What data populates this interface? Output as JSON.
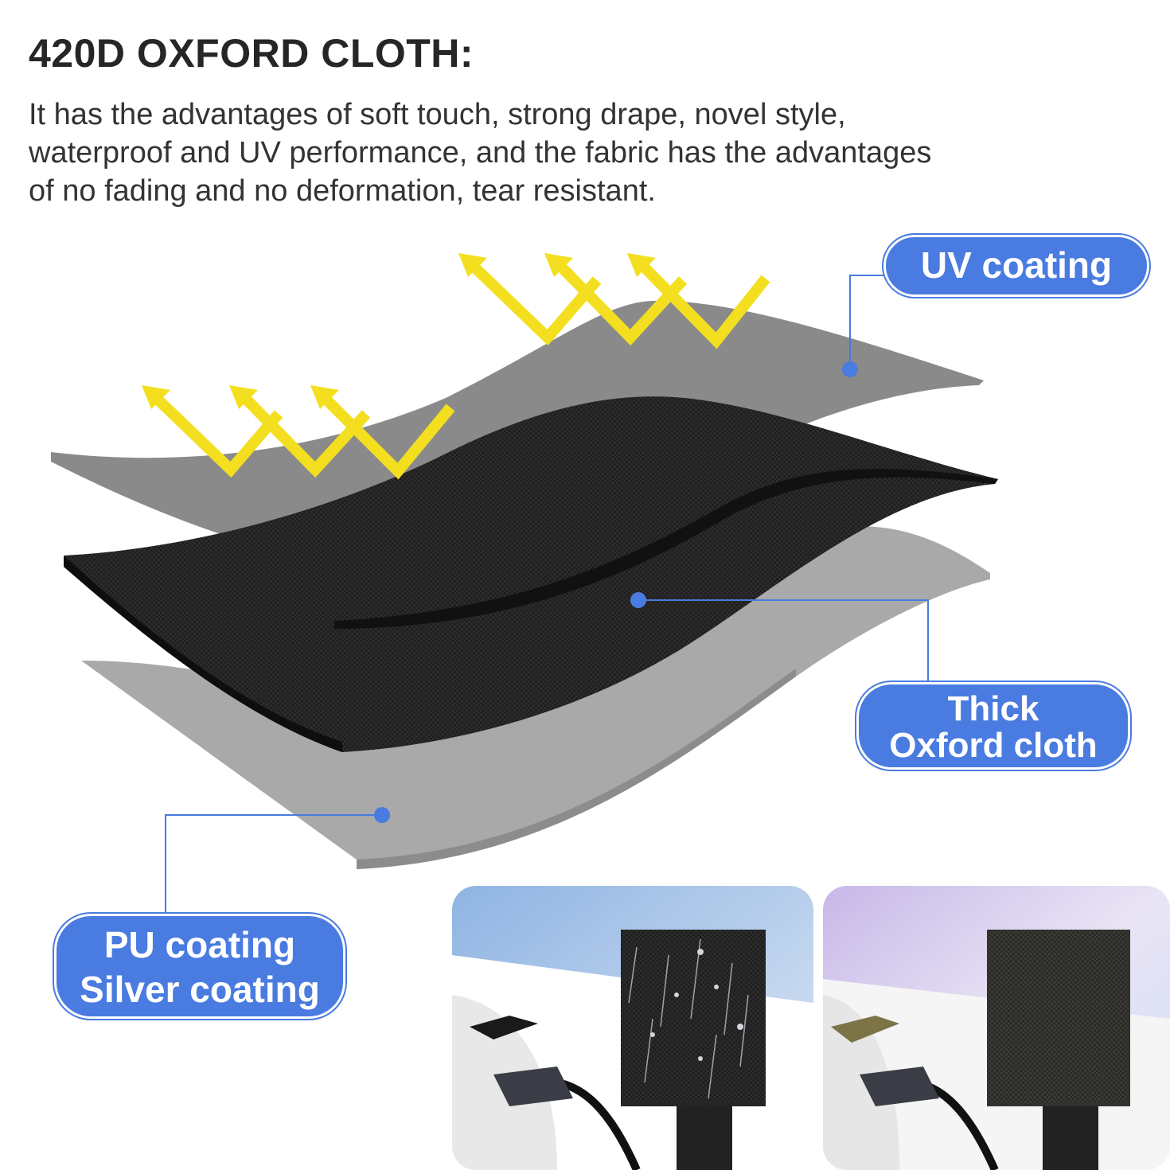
{
  "heading": "420D OXFORD CLOTH:",
  "description": {
    "line1": "It has the advantages of soft touch, strong drape, novel style,",
    "line2": "waterproof and UV performance, and the fabric has the advantages",
    "line3": "of no fading and no deformation, tear resistant."
  },
  "labels": {
    "uv": "UV coating",
    "oxford_line1": "Thick",
    "oxford_line2": "Oxford cloth",
    "pu_line1": "PU coating",
    "pu_line2": "Silver coating"
  },
  "colors": {
    "accent": "#4a7be0",
    "uv_arrows": "#f3df1f",
    "top_layer": "#8a8a8a",
    "middle_layer": "#1e1e1e",
    "bottom_layer": "#a9a9a9"
  },
  "photos": {
    "left": "rain-scene",
    "right": "sun-scene"
  }
}
